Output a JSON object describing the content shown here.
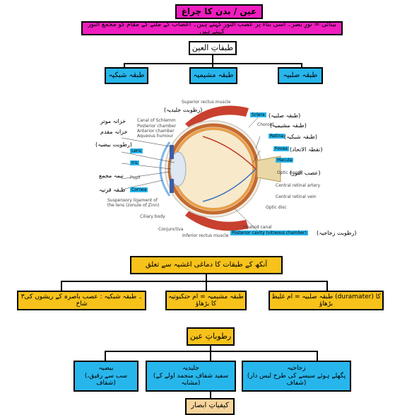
{
  "title": "عین / بدن کا چراغ",
  "definition": "بینائی = نورِ بصر۔ اسی بناء پر عصب الثور کہتے ہیں۔ اعصاب کے ملنے کے مقام کو مجمع النور کہتے ہیں",
  "layers": {
    "heading": "طبقاتِ العین",
    "items": [
      "طبقہ شبکیہ",
      "طبقہ مشیمیہ",
      "طبقہ صلبیہ"
    ]
  },
  "figure": {
    "english_labels": {
      "superior_rectus": "Superior rectus muscle",
      "canal": "Canal of Schlemm",
      "posterior_chamber": "Posterior chamber",
      "anterior_chamber": "Anterior chamber",
      "aqueous": "Aqueous humour",
      "lens": "Lens",
      "iris": "Iris",
      "pupil": "Pupil",
      "cornea": "Cornea",
      "suspensory": "Suspensory ligament of the lens (zonule of Zinn)",
      "ciliary": "Ciliary body",
      "conjunctiva": "Conjunctiva",
      "inferior_rectus": "Inferior rectus muscle",
      "hyaloid": "Hyaloid canal",
      "posterior_cavity": "Posterior cavity (vitreous chamber)",
      "sclera": "Sclera",
      "choroid": "Choroid",
      "retina": "Retina",
      "fovea": "Fovea",
      "macula": "Macula",
      "optic_nerve": "Optic nerve",
      "central_artery": "Central retinal artery",
      "central_vein": "Central retinal vein",
      "optic_disc": "Optic disc"
    },
    "urdu_labels": {
      "vitreous": "(رطوبت جلیدیہ)",
      "sclera": "(طبقہ صلبیہ)",
      "choroid": "(طبقہ مشیمیہ)",
      "retina": "(طبقہ شبکیہ)",
      "fovea": "(نقطہ الاتحاد)",
      "optic_nerve": "(عصب الثور)",
      "vitreous_bottom": "(رطوبت زجاجیہ)",
      "muscle1": "خزانہ موتر",
      "muscle2": "خزانہ مقدم",
      "aqueous": "(رطوبت بیضیہ)",
      "pupil": "نیمہ مجمع",
      "cornea": "طبقہ قرنیہ"
    }
  },
  "relation": {
    "heading": "آنکھ کے طبقات کا دماغی اغشیہ سے تعلق",
    "items": [
      "۳۔ طبقہ شبکیہ : عصب باصرہ کے ریشوں کی شاخ",
      "طبقہ مشیمیہ = ام حنکبوتیہ کا بڑھاؤ",
      "طبقہ صلبیہ = ام غلیظ (duramater) کا بڑھاؤ"
    ]
  },
  "humours": {
    "heading": "رطوباتِ عین",
    "items": [
      {
        "name": "بیضیہ",
        "desc": "(سب سے رقیق، شفاف)"
      },
      {
        "name": "جلیدیہ",
        "desc": "(سفید شفاف منجمد اولے کے مشابہ)"
      },
      {
        "name": "زجاجیہ",
        "desc": "(پگھلے ہوئے سیسے کی طرح لیس دار شفاف)"
      }
    ]
  },
  "footer": "کیفیاتِ ابصار"
}
